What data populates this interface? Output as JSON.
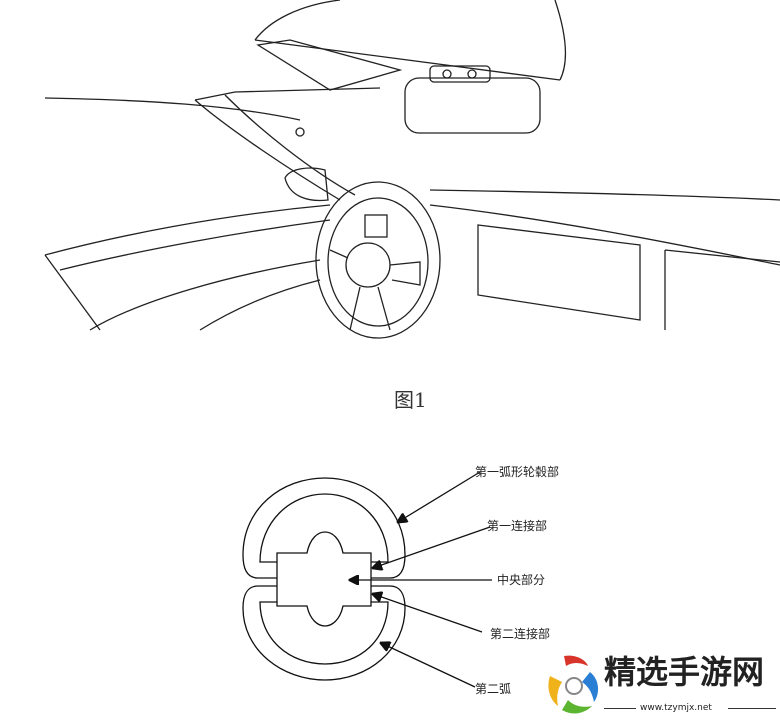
{
  "figure1": {
    "caption": "图1"
  },
  "figure2": {
    "labels": {
      "first_arc_hub": "第一弧形轮毂部",
      "first_connector": "第一连接部",
      "center_part": "中央部分",
      "second_connector": "第二连接部",
      "second_arc_hub_partial": "第二弧"
    }
  },
  "watermark": {
    "title": "精选手游网",
    "url": "www.tzymjx.net"
  }
}
